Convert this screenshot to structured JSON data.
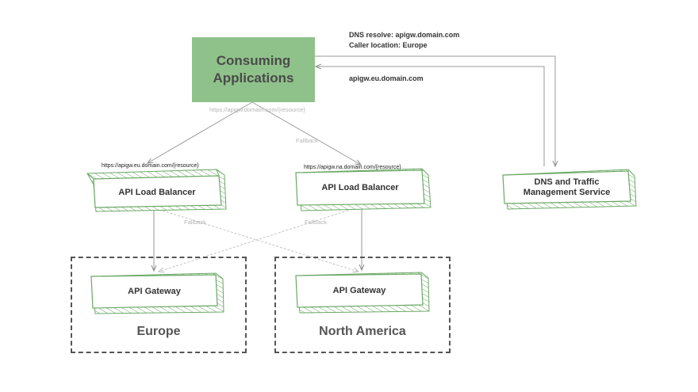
{
  "consumer": {
    "line1": "Consuming",
    "line2": "Applications"
  },
  "dns": {
    "resolve_note": "DNS resolve: apigw.domain.com",
    "location_note": "Caller location: Europe",
    "response_note": "apigw.eu.domain.com",
    "service_line1": "DNS and Traffic",
    "service_line2": "Management Service"
  },
  "links": {
    "resource_url": "https://apigw.domain.com/{resource}",
    "fallback_top": "Fallback",
    "fallback_left": "Fallback",
    "fallback_right": "Fallback"
  },
  "load_balancers": [
    {
      "url": "https://apigw.eu.domain.com/{resource}",
      "label": "API Load Balancer"
    },
    {
      "url": "https://apigw.na.domain.com/{resource}",
      "label": "API Load Balancer"
    }
  ],
  "regions": [
    {
      "name": "Europe",
      "gateway_label": "API Gateway"
    },
    {
      "name": "North America",
      "gateway_label": "API Gateway"
    }
  ],
  "colors": {
    "accent_green": "#8fc28a",
    "sketch_green": "#6aa864",
    "line_gray": "#9a9a9a"
  }
}
